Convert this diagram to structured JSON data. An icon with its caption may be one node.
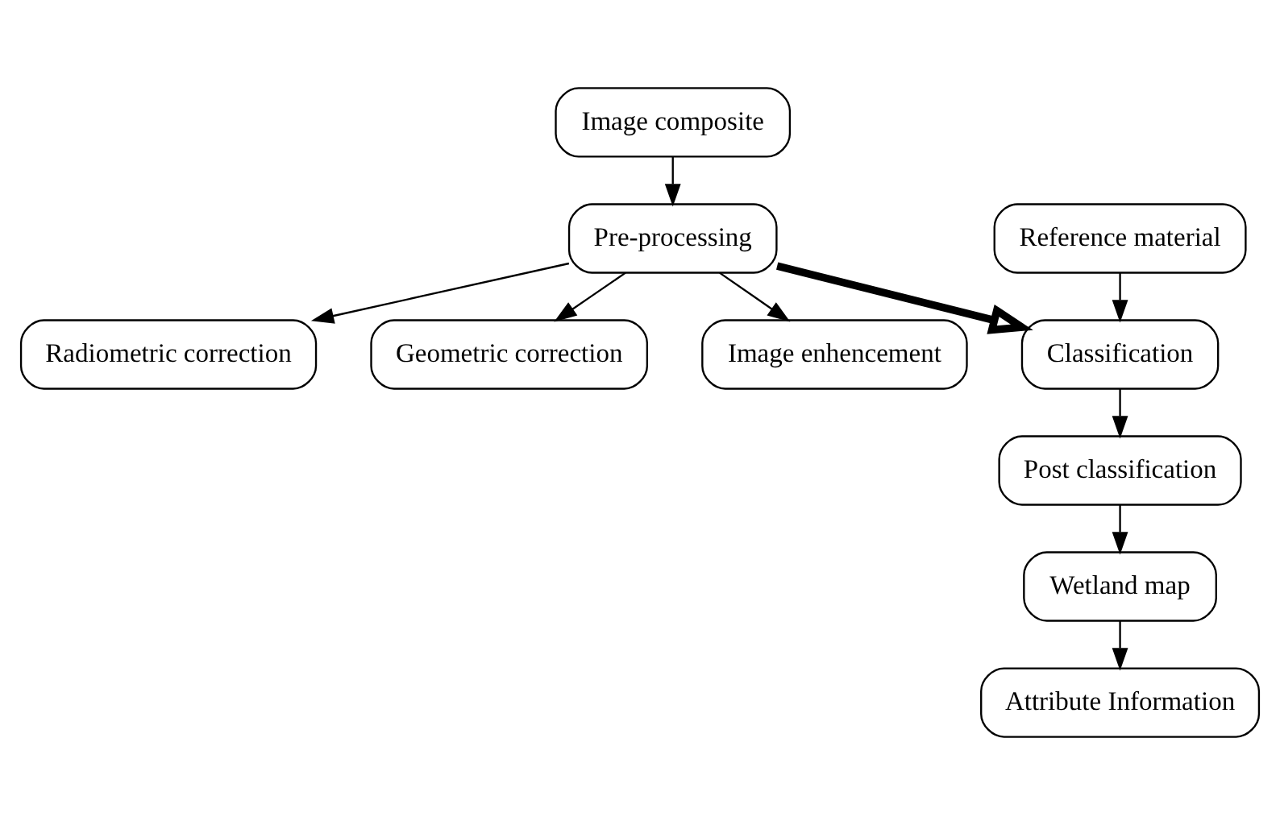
{
  "diagram": {
    "nodes": [
      {
        "text": [
          "Image composite"
        ]
      },
      {
        "text": [
          "Pre-processing"
        ]
      },
      {
        "text": [
          "Radiometric correction"
        ]
      },
      {
        "text": [
          "Geometric correction"
        ]
      },
      {
        "text": [
          "Image enhencement"
        ]
      },
      {
        "text": [
          "Reference material"
        ]
      },
      {
        "text": [
          "Classification"
        ]
      },
      {
        "text": [
          "Post classification"
        ]
      },
      {
        "text": [
          "Wetland map"
        ]
      },
      {
        "text": [
          "Attribute Information"
        ]
      }
    ],
    "edges": [
      {
        "from": 0,
        "to": 1,
        "arrow": "to"
      },
      {
        "from": 1,
        "to": 2,
        "arrow": "to"
      },
      {
        "from": 1,
        "to": 3,
        "arrow": "to"
      },
      {
        "from": 1,
        "to": 4,
        "arrow": "to"
      },
      {
        "from": 1,
        "to": 6,
        "arrow": "to",
        "style": "thick"
      },
      {
        "from": 5,
        "to": 6,
        "arrow": "to"
      },
      {
        "from": 6,
        "to": 7,
        "arrow": "to"
      },
      {
        "from": 7,
        "to": 8,
        "arrow": "to"
      },
      {
        "from": 8,
        "to": 9,
        "arrow": "to"
      }
    ]
  }
}
